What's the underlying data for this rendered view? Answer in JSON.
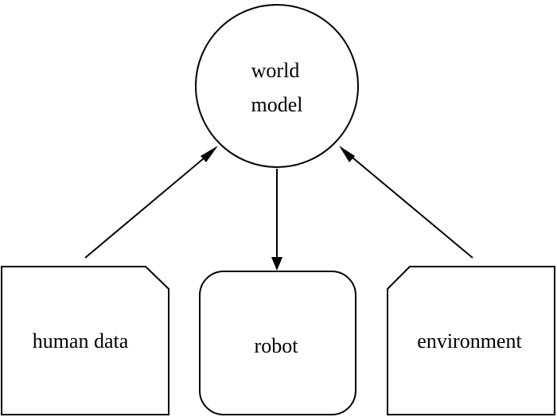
{
  "nodes": {
    "world_model": {
      "line1": "world",
      "line2": "model"
    },
    "human_data": {
      "label": "human data"
    },
    "robot": {
      "label": "robot"
    },
    "environment": {
      "label": "environment"
    }
  },
  "edges": [
    {
      "from": "human_data",
      "to": "world_model"
    },
    {
      "from": "world_model",
      "to": "robot"
    },
    {
      "from": "environment",
      "to": "world_model"
    }
  ],
  "colors": {
    "stroke": "#000000",
    "fill": "#ffffff"
  }
}
